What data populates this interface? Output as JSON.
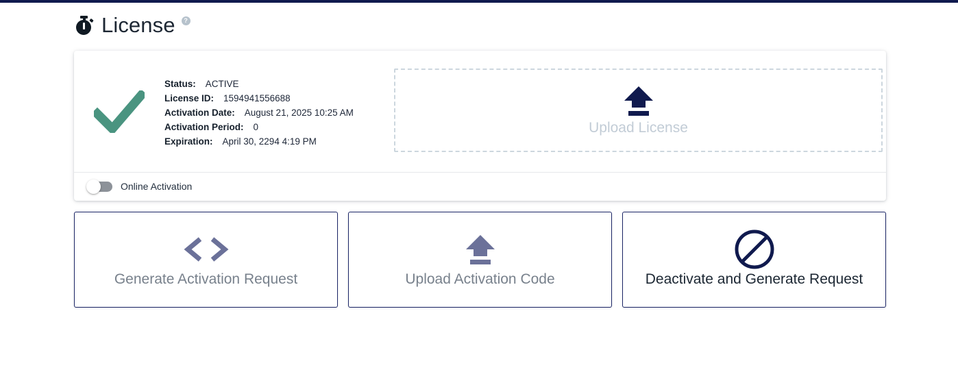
{
  "theme": {
    "navy": "#101a4e",
    "accent_check": "#4a9480",
    "muted_text": "#78818c",
    "dropzone_text": "#c2ccd6",
    "border_navy": "#1b2566",
    "icon_muted": "#6b7199"
  },
  "header": {
    "title": "License",
    "title_icon": "stopwatch-icon",
    "help_icon": "help-circle-icon",
    "help_glyph": "?"
  },
  "license": {
    "status_icon": "check-icon",
    "fields": [
      {
        "label": "Status:",
        "value": "ACTIVE"
      },
      {
        "label": "License ID:",
        "value": "1594941556688"
      },
      {
        "label": "Activation Date:",
        "value": "August 21, 2025 10:25 AM"
      },
      {
        "label": "Activation Period:",
        "value": "0"
      },
      {
        "label": "Expiration:",
        "value": "April 30, 2294 4:19 PM"
      }
    ],
    "dropzone": {
      "label": "Upload License",
      "icon": "upload-arrow-icon"
    },
    "online_activation": {
      "label": "Online Activation",
      "state": "off"
    }
  },
  "actions": [
    {
      "label": "Generate Activation Request",
      "icon": "code-brackets-icon",
      "enabled": false
    },
    {
      "label": "Upload Activation Code",
      "icon": "upload-arrow-icon",
      "enabled": false
    },
    {
      "label": "Deactivate and Generate Request",
      "icon": "no-entry-icon",
      "enabled": true
    }
  ]
}
